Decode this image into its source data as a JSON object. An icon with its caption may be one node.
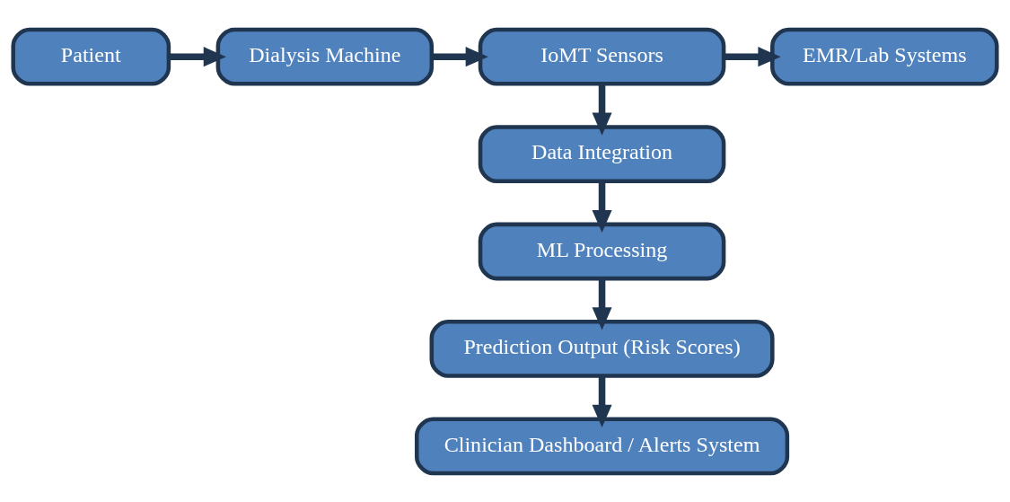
{
  "diagram": {
    "nodes": [
      {
        "text": [
          "Patient"
        ]
      },
      {
        "text": [
          "Dialysis Machine"
        ]
      },
      {
        "text": [
          "IoMT Sensors"
        ]
      },
      {
        "text": [
          "EMR/Lab Systems"
        ]
      },
      {
        "text": [
          "Data Integration"
        ]
      },
      {
        "text": [
          "ML Processing"
        ]
      },
      {
        "text": [
          "Prediction Output (Risk Scores)"
        ]
      },
      {
        "text": [
          "Clinician Dashboard / Alerts System"
        ]
      }
    ],
    "edges": [
      {
        "from": 0,
        "to": 1,
        "arrow": "to"
      },
      {
        "from": 1,
        "to": 2,
        "arrow": "to"
      },
      {
        "from": 2,
        "to": 3,
        "arrow": "to"
      },
      {
        "from": 2,
        "to": 4,
        "arrow": "to"
      },
      {
        "from": 4,
        "to": 5,
        "arrow": "to"
      },
      {
        "from": 5,
        "to": 6,
        "arrow": "to"
      },
      {
        "from": 6,
        "to": 7,
        "arrow": "to"
      }
    ]
  }
}
